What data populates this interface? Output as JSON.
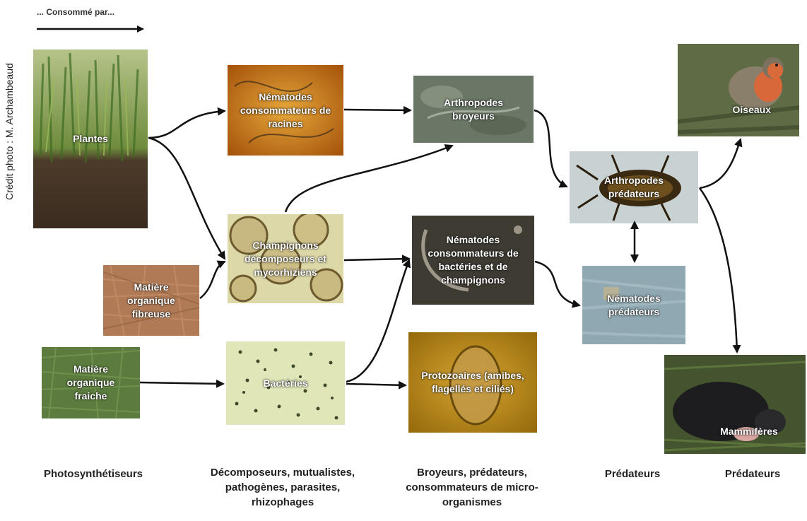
{
  "legend": {
    "label": "... Consommé par..."
  },
  "credit": "Crédit photo : M. Archambeaud",
  "colors": {
    "plantes": "#6f7a3e",
    "mo_fibreuse": "#b77c55",
    "mo_fraiche": "#5d7d3f",
    "nem_racines": "#c26f13",
    "champignons": "#d7d2a0",
    "bacteries": "#dde3b5",
    "arthropodes_broyeurs": "#6a7664",
    "nem_bacteries": "#3e3b33",
    "protozoaires": "#b88610",
    "arthropodes_predateurs": "#c6cfcf",
    "nem_predateurs": "#8aa3ad",
    "oiseaux": "#5e6a44",
    "mammiferes": "#3a4729"
  },
  "nodes": {
    "plantes": "Plantes",
    "mo_fibreuse": "Matière\norganique\nfibreuse",
    "mo_fraiche": "Matière\norganique\nfraiche",
    "nem_racines": "Nématodes\nconsommateurs de\nracines",
    "champignons": "Champignons\ndécomposeurs et\nmycorhiziens",
    "bacteries": "Bactéries",
    "arthropodes_broyeurs": "Arthropodes\nbroyeurs",
    "nem_bacteries": "Nématodes\nconsommateurs de\nbactéries et de\nchampignons",
    "protozoaires": "Protozoaires (amibes,\nflagellés et ciliés)",
    "arthropodes_predateurs": "Arthropodes\nprédateurs",
    "nem_predateurs": "Nématodes\nprédateurs",
    "oiseaux": "Oiseaux",
    "mammiferes": "Mammifères"
  },
  "columns": {
    "col1": "Photosynthétiseurs",
    "col2": "Décomposeurs, mutualistes,\npathogènes, parasites,\nrhizophages",
    "col3": "Broyeurs, prédateurs,\nconsommateurs de micro-\norganismes",
    "col4": "Prédateurs",
    "col5": "Prédateurs"
  }
}
